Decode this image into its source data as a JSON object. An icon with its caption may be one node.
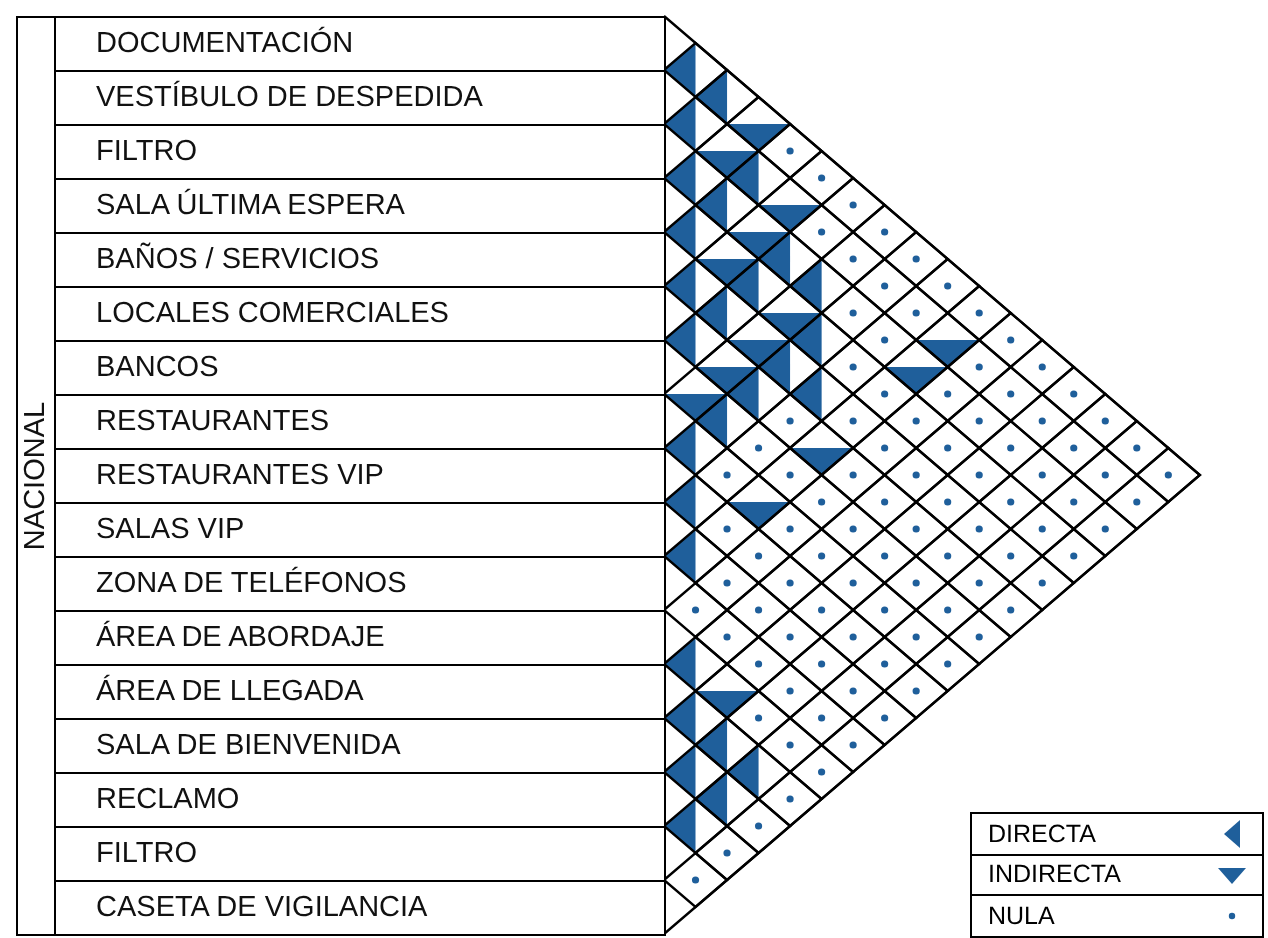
{
  "diagram": {
    "nodes": [
      {
        "text": [
          "NACIONAL"
        ]
      },
      {
        "text": [
          "DOCUMENTACIÓN"
        ]
      },
      {
        "text": [
          "VESTÍBULO DE DESPEDIDA"
        ]
      },
      {
        "text": [
          "FILTRO"
        ]
      },
      {
        "text": [
          "SALA ÚLTIMA ESPERA"
        ]
      },
      {
        "text": [
          "BAÑOS / SERVICIOS"
        ]
      },
      {
        "text": [
          "LOCALES COMERCIALES"
        ]
      },
      {
        "text": [
          "BANCOS"
        ]
      },
      {
        "text": [
          "RESTAURANTES"
        ]
      },
      {
        "text": [
          "RESTAURANTES VIP"
        ]
      },
      {
        "text": [
          "SALAS VIP"
        ]
      },
      {
        "text": [
          "ZONA DE TELÉFONOS"
        ]
      },
      {
        "text": [
          "ÁREA DE ABORDAJE"
        ]
      },
      {
        "text": [
          "ÁREA DE LLEGADA"
        ]
      },
      {
        "text": [
          "SALA DE BIENVENIDA"
        ]
      },
      {
        "text": [
          "RECLAMO"
        ]
      },
      {
        "text": [
          "FILTRO"
        ]
      },
      {
        "text": [
          "CASETA DE VIGILANCIA"
        ]
      }
    ],
    "legend": [
      {
        "text": "DIRECTA"
      },
      {
        "text": "INDIRECTA"
      },
      {
        "text": "NULA"
      }
    ]
  }
}
